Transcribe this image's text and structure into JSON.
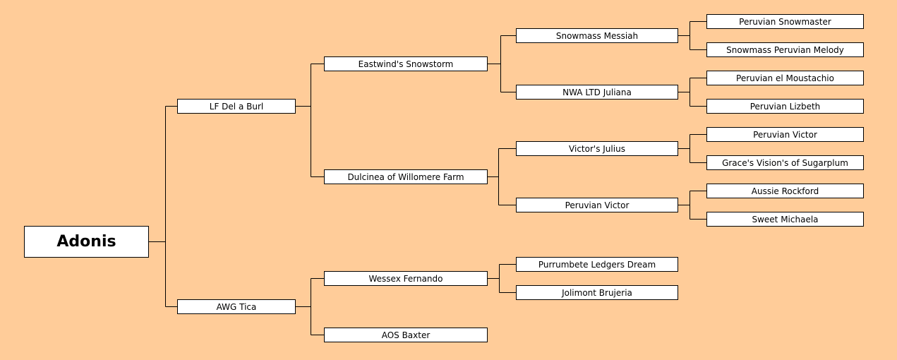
{
  "pedigree": {
    "root": "Adonis",
    "sire": "LF Del a Burl",
    "dam": "AWG Tica",
    "sire_sire": "Eastwind's Snowstorm",
    "sire_dam": "Dulcinea of Willomere Farm",
    "dam_sire": "Wessex Fernando",
    "dam_dam": "AOS Baxter",
    "sire_sire_sire": "Snowmass Messiah",
    "sire_sire_dam": "NWA LTD Juliana",
    "sire_dam_sire": "Victor's Julius",
    "sire_dam_dam": "Peruvian Victor",
    "dam_sire_sire": "Purrumbete Ledgers Dream",
    "dam_sire_dam": "Jolimont Brujeria",
    "sire_sire_sire_sire": "Peruvian Snowmaster",
    "sire_sire_sire_dam": "Snowmass Peruvian Melody",
    "sire_sire_dam_sire": "Peruvian el Moustachio",
    "sire_sire_dam_dam": "Peruvian Lizbeth",
    "sire_dam_sire_sire": "Peruvian Victor",
    "sire_dam_sire_dam": "Grace's Vision's of Sugarplum",
    "sire_dam_dam_sire": "Aussie Rockford",
    "sire_dam_dam_dam": "Sweet Michaela"
  },
  "colors": {
    "background": "#FFCC99",
    "box_fill": "#FFFFFF",
    "line": "#000000"
  }
}
